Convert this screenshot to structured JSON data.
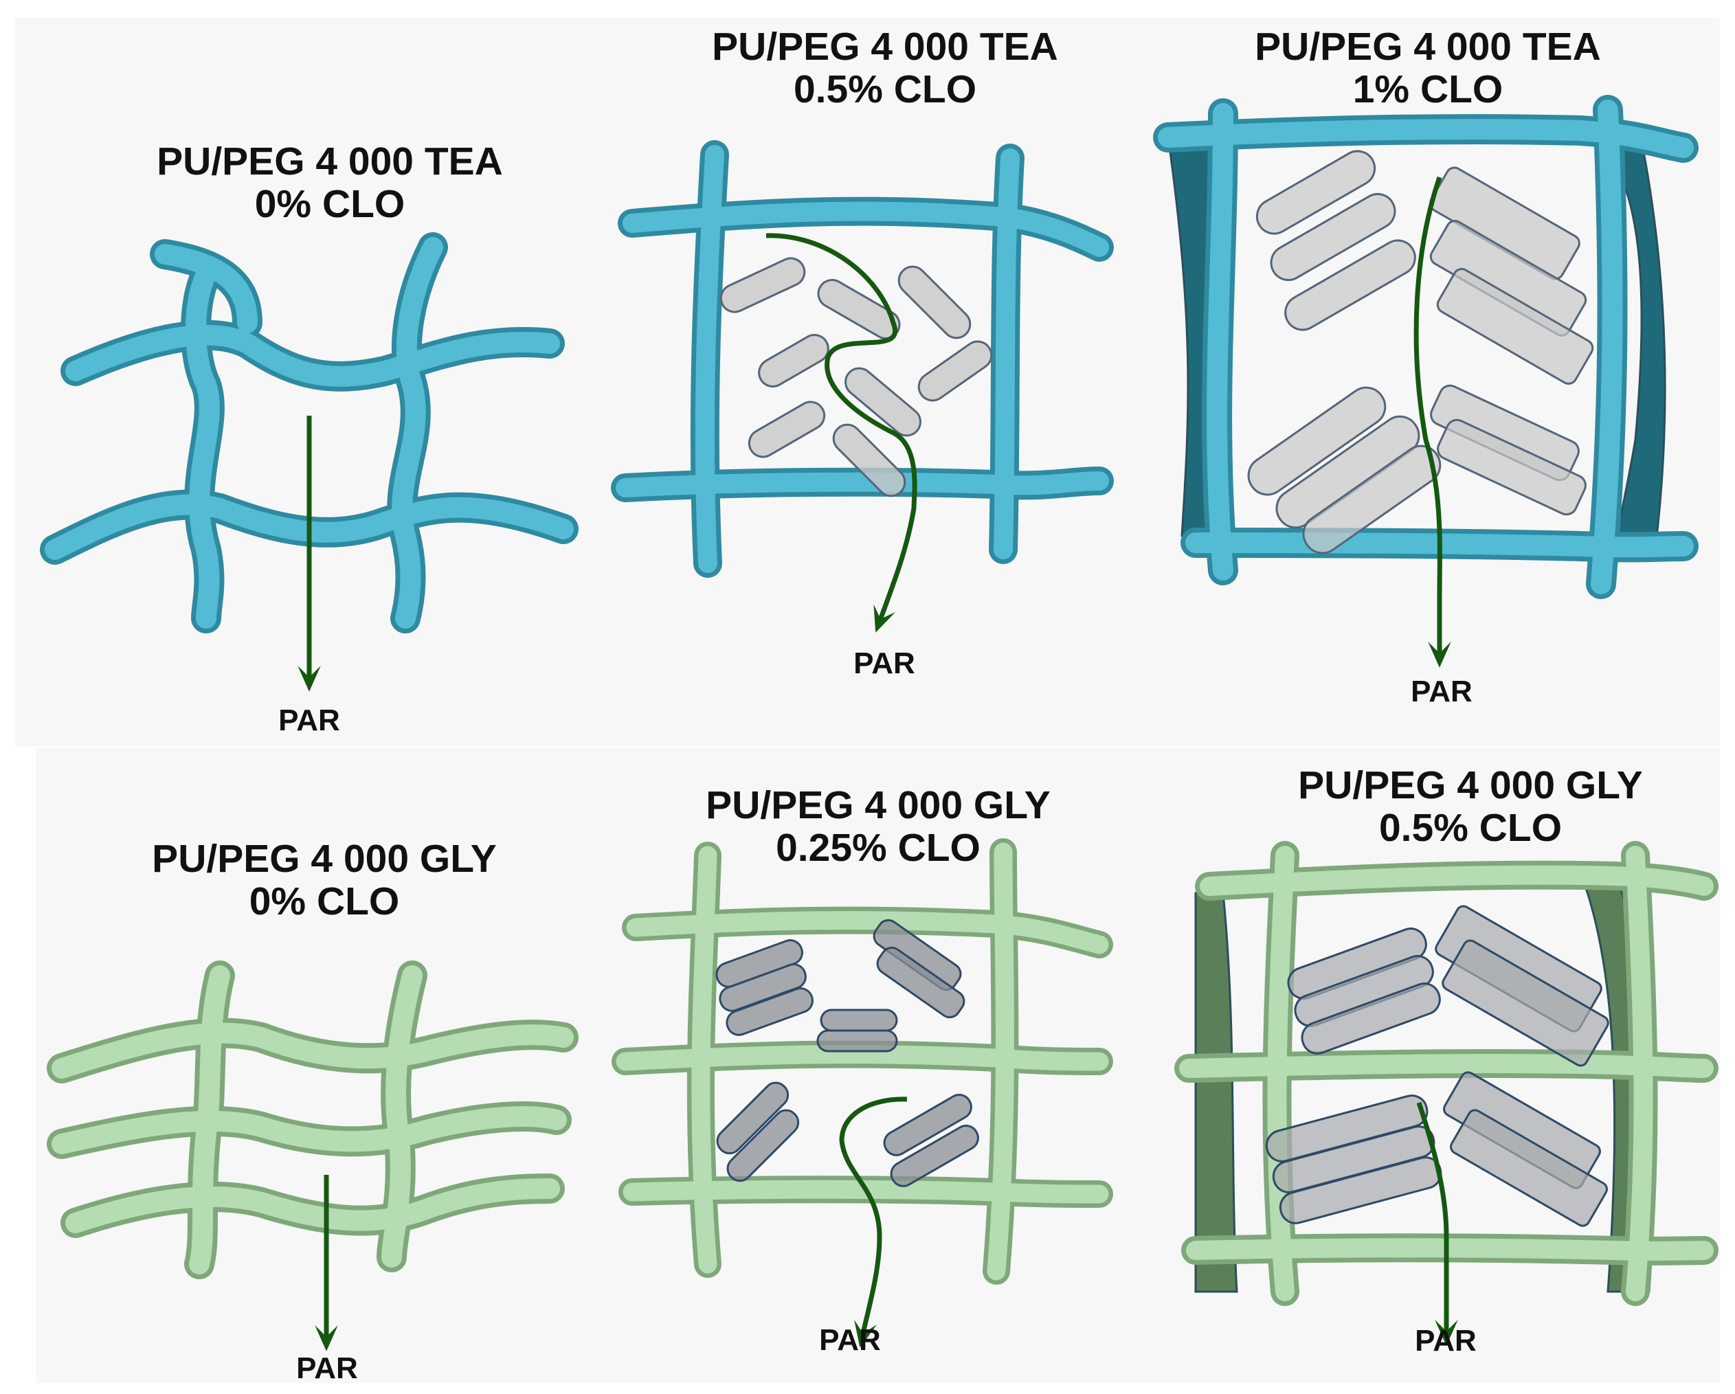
{
  "colors": {
    "tea_fill": "#53bcd4",
    "tea_side": "#2f8aa0",
    "tea_dark": "#1f6a7a",
    "gly_fill": "#b6dcb3",
    "gly_side": "#7fa87a",
    "gly_dark": "#5b7f58",
    "outline": "#2a4f5c",
    "arrow": "#15580f",
    "clo_fill": "#c7c7c7",
    "clo_stroke": "#55657a"
  },
  "panels": [
    {
      "id": "tea-0",
      "title_line1": "PU/PEG 4 000 TEA",
      "title_line2": "0% CLO",
      "arrow_label": "PAR"
    },
    {
      "id": "tea-05",
      "title_line1": "PU/PEG 4 000 TEA",
      "title_line2": "0.5% CLO",
      "arrow_label": "PAR"
    },
    {
      "id": "tea-1",
      "title_line1": "PU/PEG 4 000 TEA",
      "title_line2": "1% CLO",
      "arrow_label": "PAR"
    },
    {
      "id": "gly-0",
      "title_line1": "PU/PEG 4 000 GLY",
      "title_line2": "0% CLO",
      "arrow_label": "PAR"
    },
    {
      "id": "gly-025",
      "title_line1": "PU/PEG 4 000 GLY",
      "title_line2": "0.25% CLO",
      "arrow_label": "PAR"
    },
    {
      "id": "gly-05",
      "title_line1": "PU/PEG 4 000 GLY",
      "title_line2": "0.5% CLO",
      "arrow_label": "PAR"
    }
  ]
}
